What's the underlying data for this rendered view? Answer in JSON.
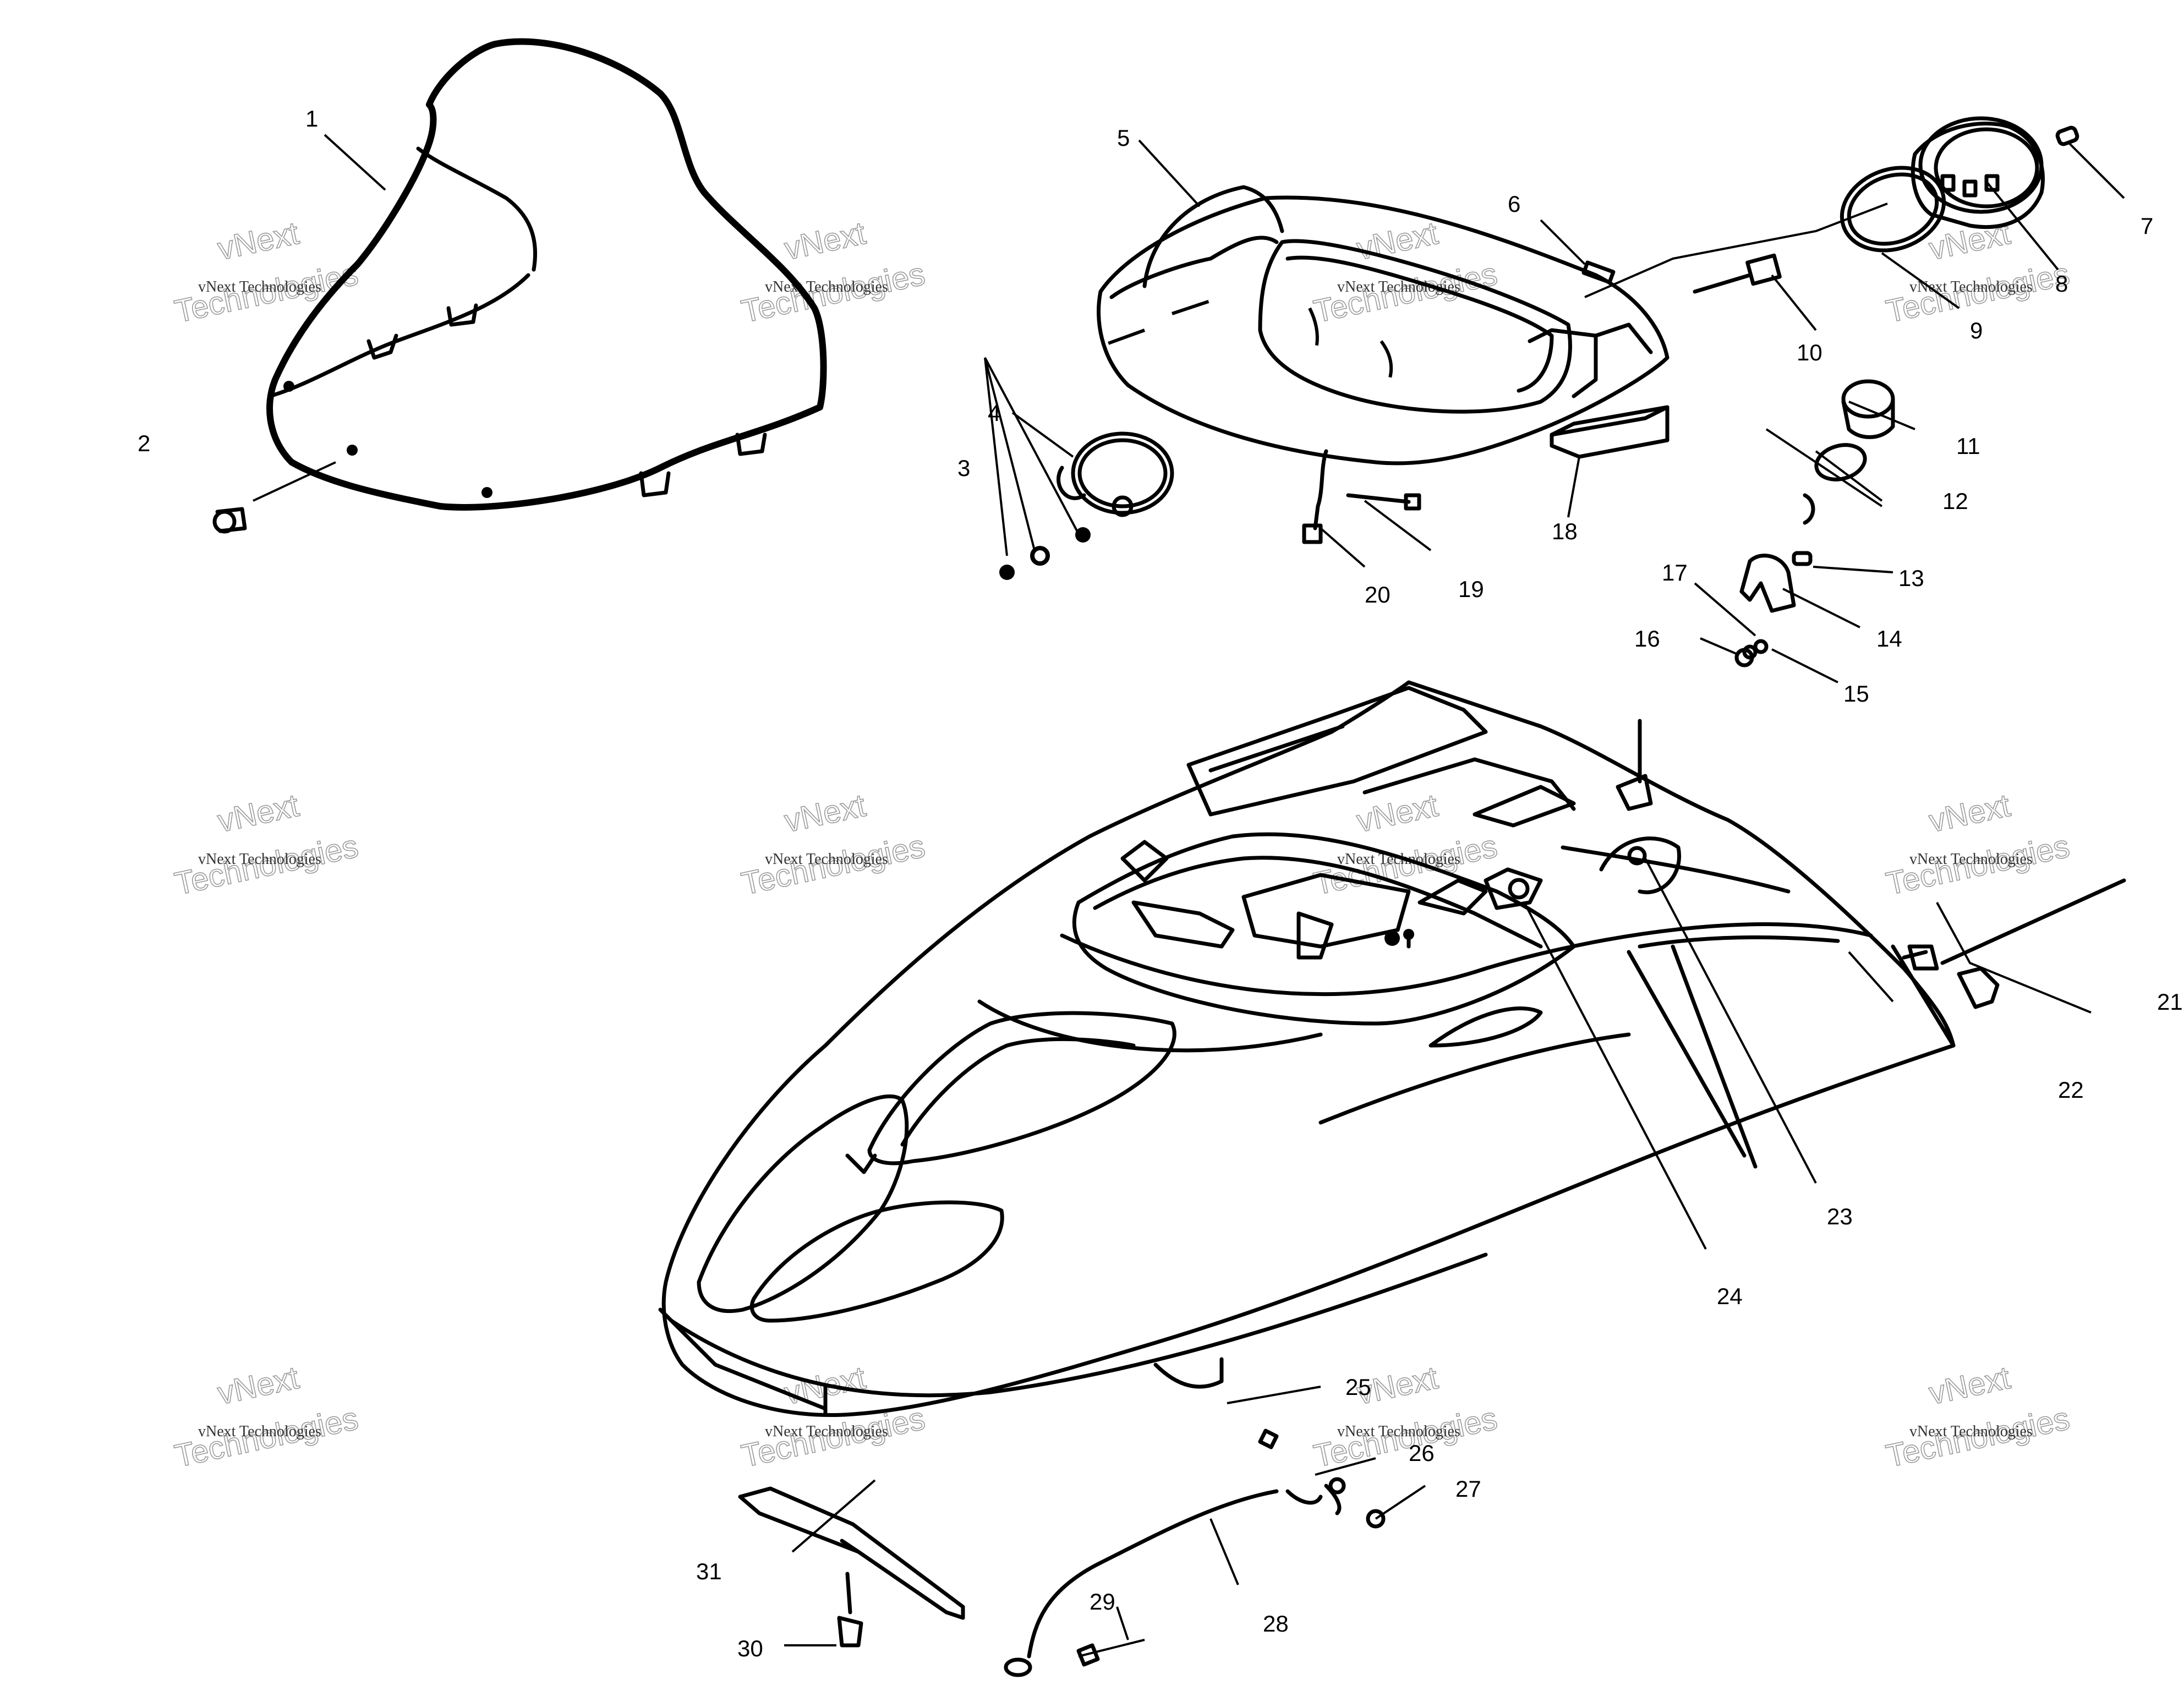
{
  "callouts": [
    {
      "id": "1",
      "label": "1"
    },
    {
      "id": "2",
      "label": "2"
    },
    {
      "id": "3",
      "label": "3"
    },
    {
      "id": "4",
      "label": "4"
    },
    {
      "id": "5",
      "label": "5"
    },
    {
      "id": "6",
      "label": "6"
    },
    {
      "id": "7",
      "label": "7"
    },
    {
      "id": "8",
      "label": "8"
    },
    {
      "id": "9",
      "label": "9"
    },
    {
      "id": "10",
      "label": "10"
    },
    {
      "id": "11",
      "label": "11"
    },
    {
      "id": "12",
      "label": "12"
    },
    {
      "id": "13",
      "label": "13"
    },
    {
      "id": "14",
      "label": "14"
    },
    {
      "id": "15",
      "label": "15"
    },
    {
      "id": "16",
      "label": "16"
    },
    {
      "id": "17",
      "label": "17"
    },
    {
      "id": "18",
      "label": "18"
    },
    {
      "id": "19",
      "label": "19"
    },
    {
      "id": "20",
      "label": "20"
    },
    {
      "id": "21",
      "label": "21"
    },
    {
      "id": "22",
      "label": "22"
    },
    {
      "id": "23",
      "label": "23"
    },
    {
      "id": "24",
      "label": "24"
    },
    {
      "id": "25",
      "label": "25"
    },
    {
      "id": "26",
      "label": "26"
    },
    {
      "id": "27",
      "label": "27"
    },
    {
      "id": "28",
      "label": "28"
    },
    {
      "id": "29",
      "label": "29"
    },
    {
      "id": "30",
      "label": "30"
    },
    {
      "id": "31",
      "label": "31"
    }
  ],
  "watermark": {
    "line1": "vNext Technologies",
    "line2": "Technologies",
    "line3": "vNext"
  }
}
